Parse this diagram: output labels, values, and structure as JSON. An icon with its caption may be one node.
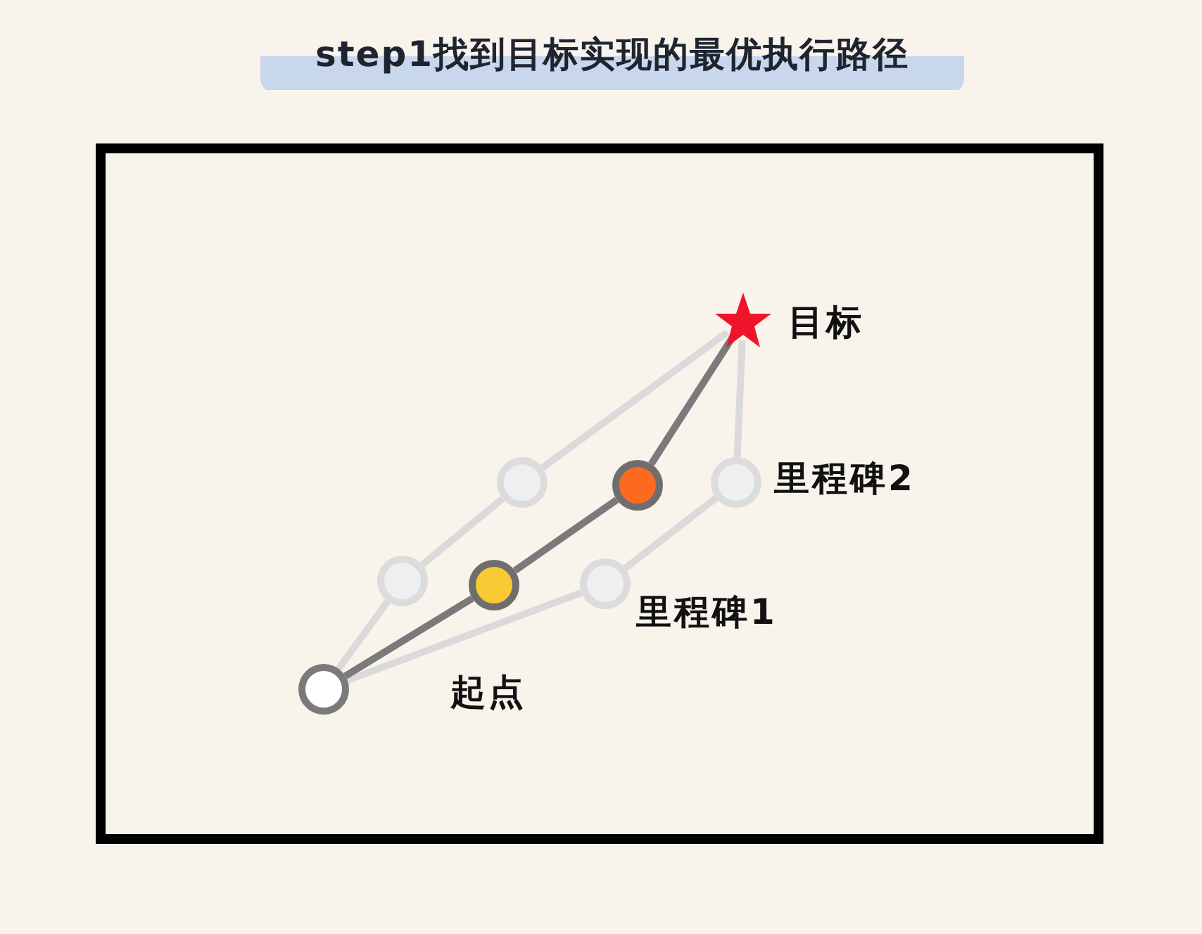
{
  "diagram": {
    "title": "step1找到目标实现的最优执行路径",
    "nodes": [
      {
        "text": [],
        "shape": "box"
      },
      {
        "text": [],
        "shape": "circle",
        "in": 0,
        "beside": [
          "起点"
        ]
      },
      {
        "text": [],
        "shape": "circle",
        "in": 0
      },
      {
        "text": [],
        "shape": "circle",
        "in": 0
      },
      {
        "text": [],
        "shape": "circle",
        "in": 0,
        "beside": [
          "里程碑1"
        ]
      },
      {
        "text": [],
        "shape": "circle",
        "in": 0
      },
      {
        "text": [],
        "shape": "circle",
        "in": 0
      },
      {
        "text": [],
        "shape": "circle",
        "in": 0,
        "beside": [
          "里程碑2"
        ]
      },
      {
        "text": [],
        "shape": "star",
        "in": 0,
        "beside": [
          "目标"
        ]
      }
    ],
    "edges": [
      {
        "from": 1,
        "to": 2,
        "arrow": "none"
      },
      {
        "from": 2,
        "to": 5,
        "arrow": "none"
      },
      {
        "from": 5,
        "to": 8,
        "arrow": "none"
      },
      {
        "from": 1,
        "to": 4,
        "arrow": "none"
      },
      {
        "from": 4,
        "to": 7,
        "arrow": "none"
      },
      {
        "from": 7,
        "to": 8,
        "arrow": "none"
      },
      {
        "from": 1,
        "to": 3,
        "arrow": "none",
        "color": "#7a7a7a"
      },
      {
        "from": 3,
        "to": 6,
        "arrow": "none",
        "color": "#7a7a7a"
      },
      {
        "from": 6,
        "to": 8,
        "arrow": "none",
        "color": "#7a7a7a"
      }
    ]
  }
}
